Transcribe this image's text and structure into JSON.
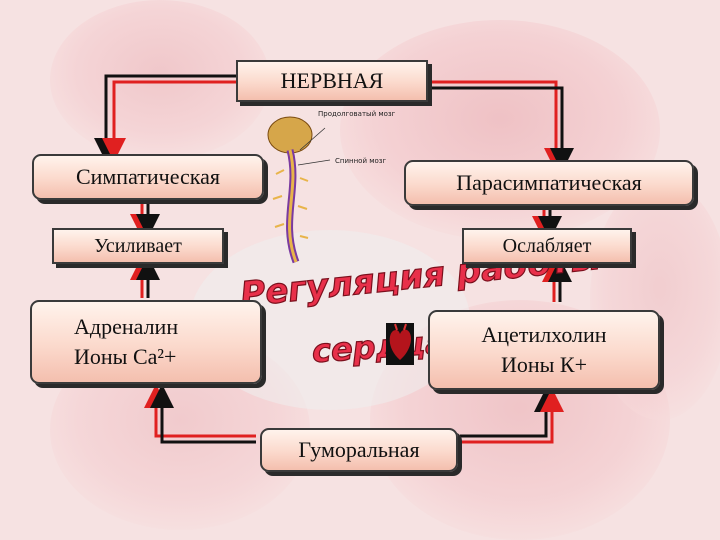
{
  "nodes": {
    "nervous": "НЕРВНАЯ",
    "sympathetic": "Симпатическая",
    "parasympathetic": "Парасимпатическая",
    "enhances": "Усиливает",
    "weakens": "Ослабляет",
    "adrenaline": "Адреналин",
    "calcium": "Ионы Ca²+",
    "acetylcholine": "Ацетилхолин",
    "potassium": "Ионы К+",
    "humoral": "Гуморальная"
  },
  "title": {
    "line1": "Регуляция работы",
    "line2": "сердца"
  },
  "figure_labels": {
    "brain": "Продолговатый мозг",
    "spinal": "Спинной мозг"
  },
  "colors": {
    "arrow_red": "#e02020",
    "arrow_black": "#111111",
    "box_fill": "#fbd9cc",
    "title": "#e8304a"
  },
  "icons": [
    "kidney-icon",
    "heart-icon",
    "nervous-system-figure"
  ]
}
